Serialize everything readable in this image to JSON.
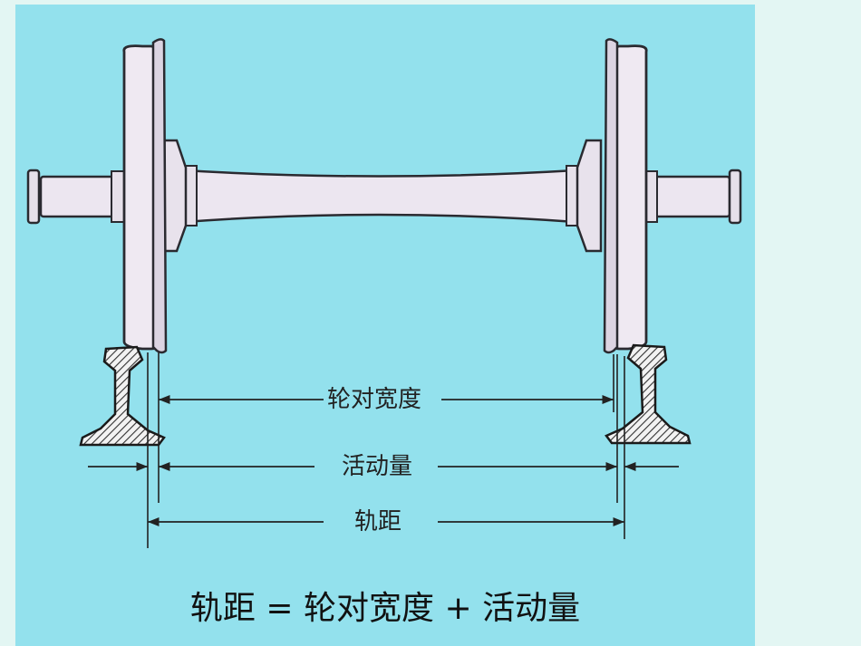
{
  "labels": {
    "wheel_width": "轮对宽度",
    "play": "活动量",
    "gauge": "轨距"
  },
  "formula": {
    "gauge": "轨距",
    "eq": "=",
    "wheel_width": "轮对宽度",
    "plus": "+",
    "play": "活动量"
  },
  "colors": {
    "background": "#93e1ed",
    "outer": "#e3f6f3",
    "metal": "#ece6f0",
    "outline": "#2a2a30"
  }
}
